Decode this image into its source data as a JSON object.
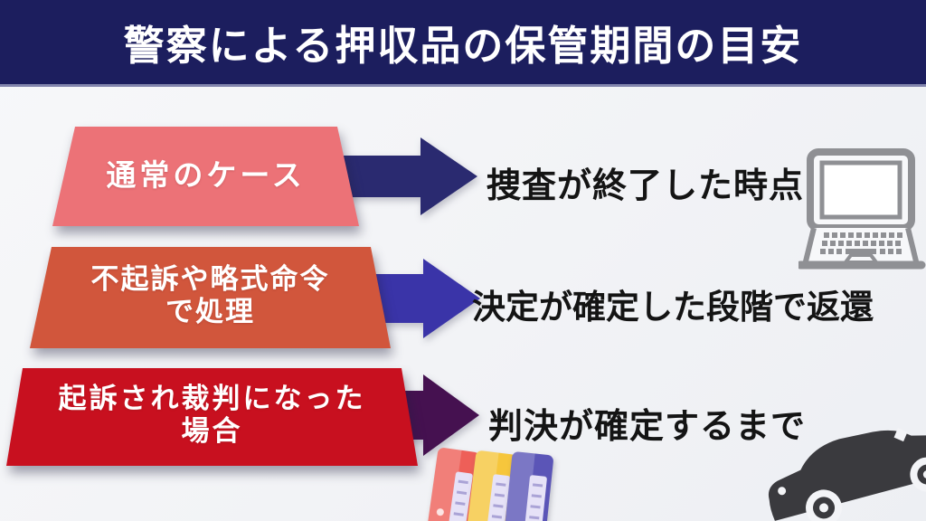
{
  "page_title": "警察による押収品の保管期間の目安",
  "rows": [
    {
      "case_line1": "通常のケース",
      "case_line2": "",
      "outcome": "捜査が終了した時点",
      "shape_color": "#ec7277",
      "arrow_color": "#2a2a70"
    },
    {
      "case_line1": "不起訴や略式命令",
      "case_line2": "で処理",
      "outcome": "決定が確定した段階で返還",
      "shape_color": "#d1563c",
      "arrow_color": "#3a34a8"
    },
    {
      "case_line1": "起訴され裁判になった",
      "case_line2": "場合",
      "outcome": "判決が確定するまで",
      "shape_color": "#c8101f",
      "arrow_color": "#451150"
    }
  ],
  "icons": {
    "laptop": "laptop-icon",
    "binders": "binders-icon",
    "car": "car-icon",
    "arrows": "arrow-right-icon"
  },
  "colors": {
    "header_bg": "#1c1e5e",
    "title_text": "#ffffff",
    "background": "#f2f3f6",
    "outcome_text": "#141414",
    "laptop_gray": "#8f9094",
    "car_gray": "#3a3a3e",
    "binder_red": "#ee5f58",
    "binder_yellow": "#f6c63c",
    "binder_blue": "#5b55b7",
    "binder_label": "#e6e2f7"
  }
}
